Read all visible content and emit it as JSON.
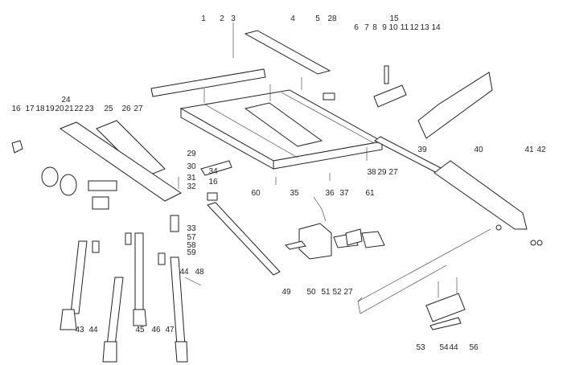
{
  "title": "",
  "labels": [
    "1",
    "2",
    "3",
    "4",
    "5",
    "28",
    "15",
    "6",
    "7",
    "8",
    "9",
    "10",
    "11",
    "12",
    "13",
    "14",
    "24",
    "16",
    "17",
    "18",
    "19",
    "20",
    "21",
    "22",
    "23",
    "25",
    "26",
    "27",
    "29",
    "30",
    "31",
    "32",
    "34",
    "16",
    "38",
    "29",
    "27",
    "39",
    "40",
    "41",
    "42",
    "35",
    "36",
    "37",
    "61",
    "60",
    "33",
    "57",
    "58",
    "59",
    "49",
    "50",
    "51",
    "52",
    "27",
    "44",
    "48",
    "43",
    "44",
    "45",
    "46",
    "47",
    "53",
    "54",
    "44",
    "56"
  ]
}
